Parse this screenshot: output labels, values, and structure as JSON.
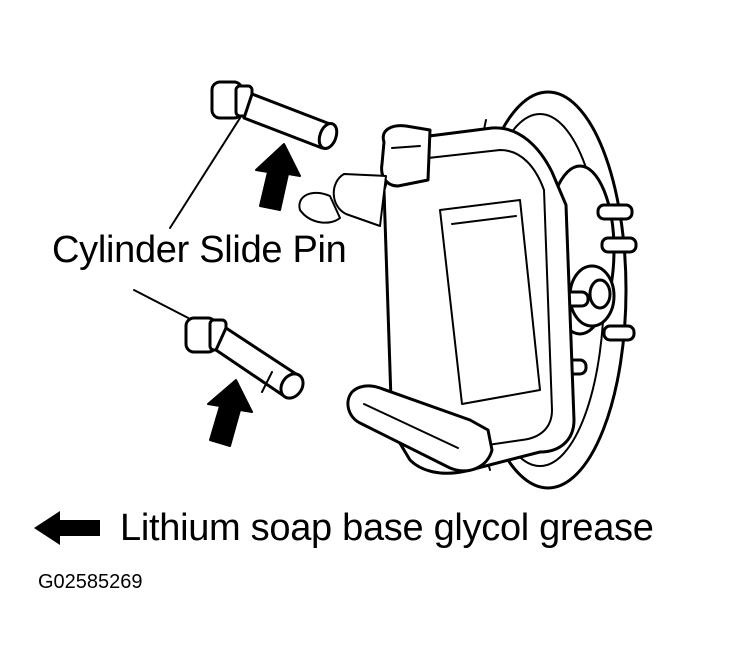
{
  "labels": {
    "part_name": "Cylinder Slide Pin",
    "legend_text": "Lithium soap base glycol grease",
    "figure_code": "G02585269"
  },
  "icons": {
    "legend_marker": "filled-arrow-left-icon",
    "grease_point_marker": "filled-arrow-up-icon"
  },
  "colors": {
    "ink": "#000000",
    "paper": "#ffffff"
  }
}
